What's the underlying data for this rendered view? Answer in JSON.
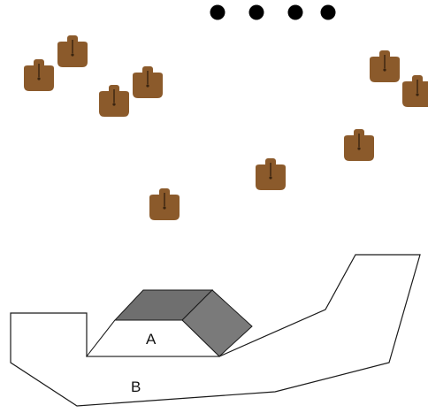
{
  "colors": {
    "background": "#ffffff",
    "dot": "#000000",
    "figure_fill": "#8b5a2b",
    "figure_shade": "#6e4520",
    "figure_mark": "#3a2410",
    "outline": "#1a1a1a",
    "roof_dark": "#6f6f6f",
    "roof_side": "#7a7a7a",
    "roof_light": "#c4c4c4"
  },
  "dots": {
    "count": 4,
    "icon": "ellipsis-dots-icon"
  },
  "figures": {
    "count": 9,
    "icon": "silhouette-target-icon"
  },
  "diagram": {
    "label_a": "A",
    "label_b": "B"
  }
}
